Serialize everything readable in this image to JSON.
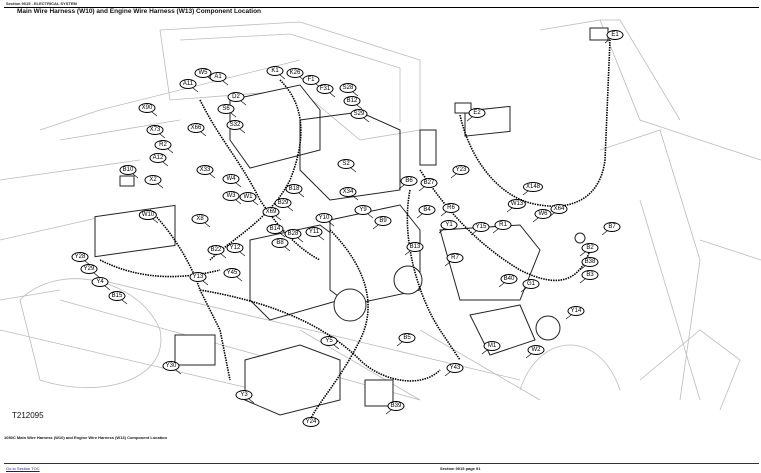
{
  "header": {
    "section_line": "Section 9015 - ELECTRICAL SYSTEM",
    "title": "Main Wire Harness (W10) and Engine Wire Harness (W13) Component Location"
  },
  "figure": {
    "id": "T212095",
    "caption": "1050C Main Wire Harness (W10) and Engine Wire Harness (W13) Component Location",
    "callouts": [
      "A11",
      "W5",
      "A1",
      "K1",
      "K26",
      "F1",
      "F31",
      "S28",
      "B12",
      "S29",
      "X90",
      "D2",
      "S6",
      "S32",
      "X66",
      "X73",
      "R2",
      "A12",
      "S2",
      "X33",
      "B10",
      "X2",
      "W4",
      "W3",
      "W1",
      "B18",
      "X34",
      "B29",
      "X69",
      "W10",
      "X8",
      "B14",
      "B28",
      "Y10",
      "Y11",
      "B8",
      "B22",
      "Y12",
      "Y9",
      "B9",
      "Y28",
      "Y29",
      "Y4",
      "Y13",
      "Y45",
      "B15",
      "E2",
      "B6",
      "B27",
      "Y23",
      "X148",
      "W13",
      "R6",
      "B4",
      "W6",
      "X64",
      "E1",
      "B7",
      "Y1",
      "Y15",
      "R1",
      "B13",
      "R7",
      "B2",
      "B38",
      "B3",
      "B40",
      "G1",
      "Y14",
      "B5",
      "M1",
      "W2",
      "Y30",
      "Y5",
      "Y3",
      "Y24",
      "B39",
      "Y43"
    ]
  },
  "footer": {
    "link": "Go to Section TOC",
    "page": "Section 9015 page 91"
  }
}
